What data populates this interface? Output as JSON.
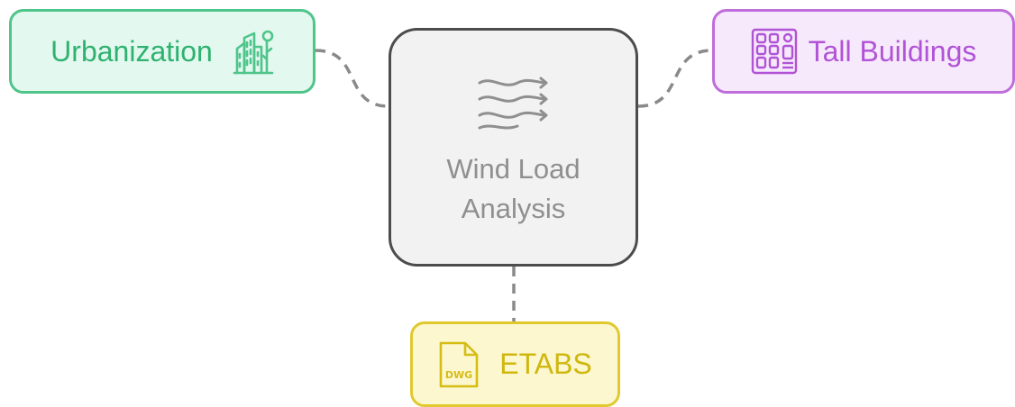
{
  "diagram": {
    "center": {
      "label": "Wind Load\nAnalysis",
      "icon": "wind-icon"
    },
    "nodes": [
      {
        "id": "urbanization",
        "label": "Urbanization",
        "icon": "city-buildings-icon",
        "color": "#4fc48b"
      },
      {
        "id": "tall-buildings",
        "label": "Tall Buildings",
        "icon": "building-facade-icon",
        "color": "#c06ddc"
      },
      {
        "id": "etabs",
        "label": "ETABS",
        "icon": "dwg-file-icon",
        "color": "#e0c92e"
      }
    ],
    "connector_color": "#8a8a8a"
  }
}
